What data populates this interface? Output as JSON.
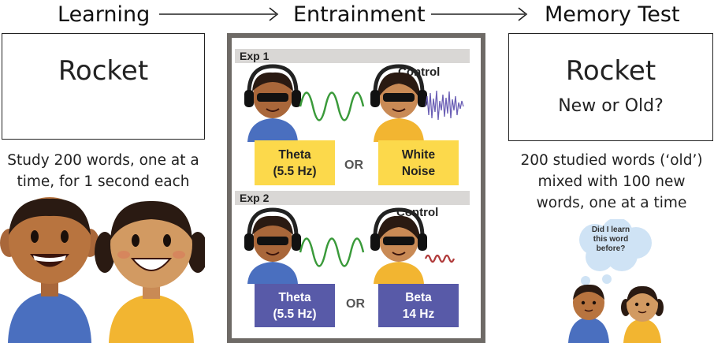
{
  "stages": {
    "learning": "Learning",
    "entrainment": "Entrainment",
    "memory_test": "Memory Test"
  },
  "learning": {
    "word": "Rocket",
    "caption_line1": "Study 200 words, one at a",
    "caption_line2": "time, for 1 second each"
  },
  "entrainment": {
    "exp1": {
      "label": "Exp 1",
      "control_label": "Control",
      "left_box": {
        "line1": "Theta",
        "line2": "(5.5 Hz)"
      },
      "or": "OR",
      "right_box": {
        "line1": "White",
        "line2": "Noise"
      }
    },
    "exp2": {
      "label": "Exp 2",
      "control_label": "Control",
      "left_box": {
        "line1": "Theta",
        "line2": "(5.5 Hz)"
      },
      "or": "OR",
      "right_box": {
        "line1": "Beta",
        "line2": "14 Hz"
      }
    }
  },
  "memory_test": {
    "word": "Rocket",
    "question": "New or Old?",
    "caption_line1": "200 studied words (‘old’)",
    "caption_line2": "mixed with 100 new",
    "caption_line3": "words, one at a time",
    "thought": {
      "line1": "Did I learn",
      "line2": "this word",
      "line3": "before?"
    }
  },
  "colors": {
    "theta_box": "#fcd94b",
    "beta_box": "#585aa8",
    "wave_green": "#3a9a3a",
    "noise_purple": "#6b5fb5",
    "beta_wave_red": "#b03a3a",
    "panel_border": "#6e6a66"
  }
}
